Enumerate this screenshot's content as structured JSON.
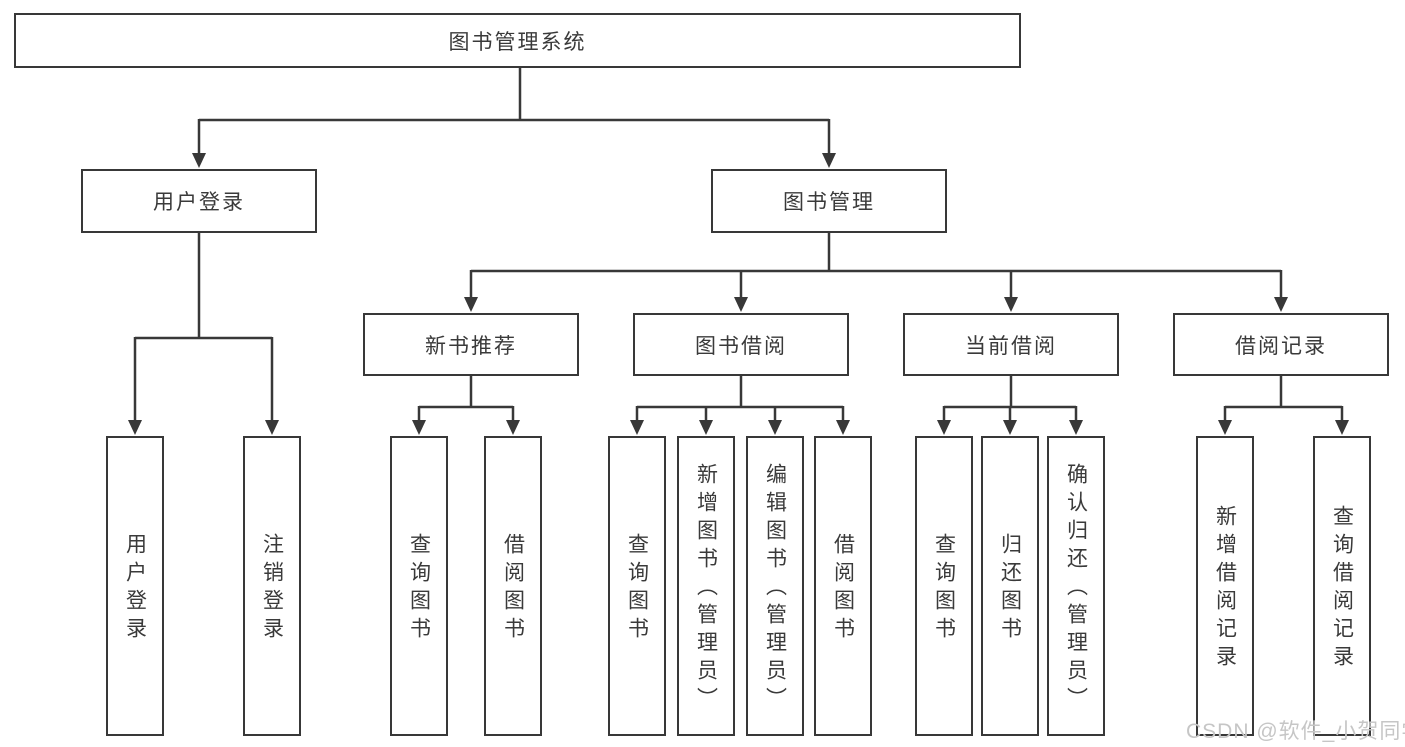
{
  "diagram": {
    "title": "图书管理系统",
    "root": "图书管理系统",
    "branches": [
      {
        "label": "用户登录",
        "children": [
          "用户登录",
          "注销登录"
        ]
      },
      {
        "label": "图书管理",
        "groups": [
          {
            "label": "新书推荐",
            "children": [
              "查询图书",
              "借阅图书"
            ]
          },
          {
            "label": "图书借阅",
            "children": [
              "查询图书",
              "新增图书（管理员）",
              "编辑图书（管理员）",
              "借阅图书"
            ]
          },
          {
            "label": "当前借阅",
            "children": [
              "查询图书",
              "归还图书",
              "确认归还（管理员）"
            ]
          },
          {
            "label": "借阅记录",
            "children": [
              "新增借阅记录",
              "查询借阅记录"
            ]
          }
        ]
      }
    ]
  },
  "watermark": "CSDN @软件_小贺同学",
  "colors": {
    "line": "#383838",
    "text": "#3a3a3a",
    "background": "#ffffff",
    "watermark_text": "#c6c6c6"
  }
}
